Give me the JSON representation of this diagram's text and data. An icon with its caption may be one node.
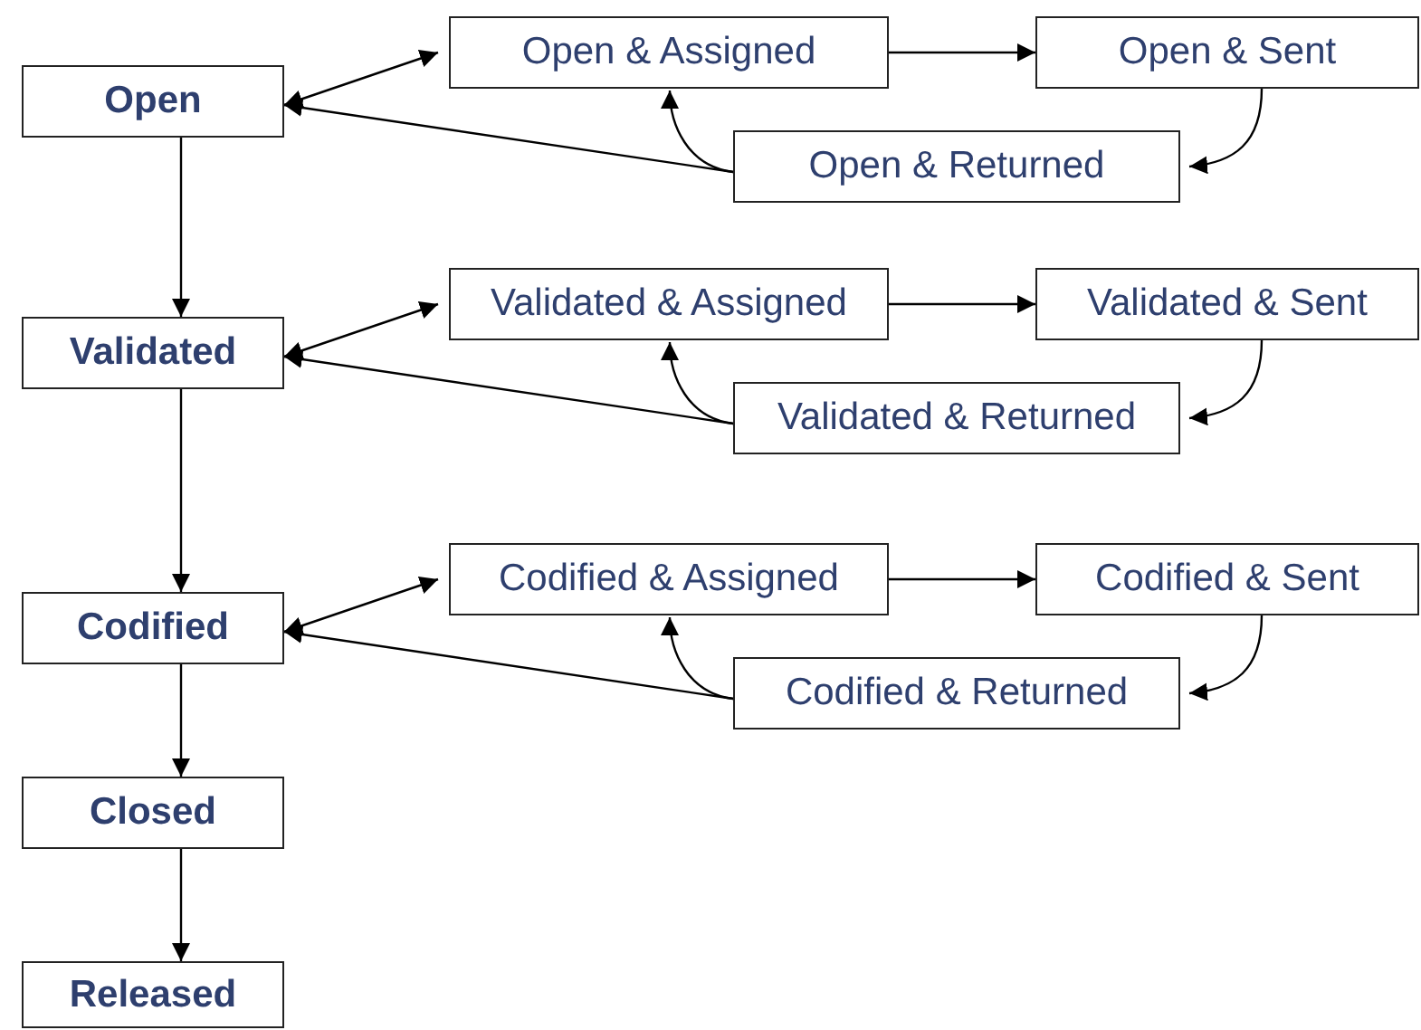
{
  "diagram": {
    "nodes": [
      {
        "text": [
          "Open"
        ]
      },
      {
        "text": [
          "Open & Assigned"
        ]
      },
      {
        "text": [
          "Open & Sent"
        ]
      },
      {
        "text": [
          "Open & Returned"
        ]
      },
      {
        "text": [
          "Validated"
        ]
      },
      {
        "text": [
          "Validated & Assigned"
        ]
      },
      {
        "text": [
          "Validated & Sent"
        ]
      },
      {
        "text": [
          "Validated & Returned"
        ]
      },
      {
        "text": [
          "Codified"
        ]
      },
      {
        "text": [
          "Codified & Assigned"
        ]
      },
      {
        "text": [
          "Codified & Sent"
        ]
      },
      {
        "text": [
          "Codified & Returned"
        ]
      },
      {
        "text": [
          "Closed"
        ]
      },
      {
        "text": [
          "Released"
        ]
      }
    ],
    "edges": [
      {
        "from": 0,
        "to": 1,
        "arrow": "both"
      },
      {
        "from": 1,
        "to": 2,
        "arrow": "to"
      },
      {
        "from": 2,
        "to": 3,
        "arrow": "to"
      },
      {
        "from": 3,
        "to": 1,
        "arrow": "to"
      },
      {
        "from": 3,
        "to": 0,
        "arrow": "to"
      },
      {
        "from": 4,
        "to": 5,
        "arrow": "both"
      },
      {
        "from": 5,
        "to": 6,
        "arrow": "to"
      },
      {
        "from": 6,
        "to": 7,
        "arrow": "to"
      },
      {
        "from": 7,
        "to": 5,
        "arrow": "to"
      },
      {
        "from": 7,
        "to": 4,
        "arrow": "to"
      },
      {
        "from": 8,
        "to": 9,
        "arrow": "both"
      },
      {
        "from": 9,
        "to": 10,
        "arrow": "to"
      },
      {
        "from": 10,
        "to": 11,
        "arrow": "to"
      },
      {
        "from": 11,
        "to": 9,
        "arrow": "to"
      },
      {
        "from": 11,
        "to": 8,
        "arrow": "to"
      },
      {
        "from": 0,
        "to": 4,
        "arrow": "to"
      },
      {
        "from": 4,
        "to": 8,
        "arrow": "to"
      },
      {
        "from": 8,
        "to": 12,
        "arrow": "to"
      },
      {
        "from": 12,
        "to": 13,
        "arrow": "to"
      }
    ]
  }
}
